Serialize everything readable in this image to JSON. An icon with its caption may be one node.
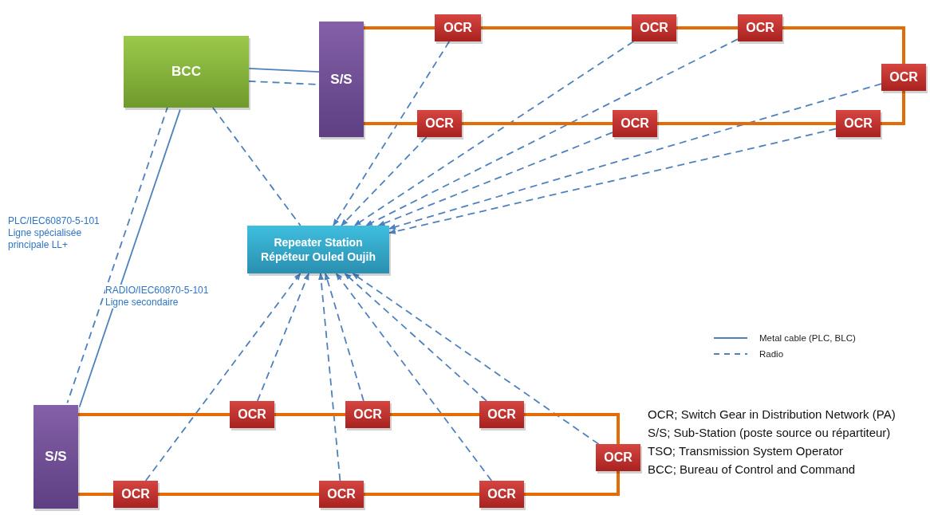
{
  "diagram": {
    "nodes": [
      {
        "text": [
          "BCC"
        ]
      },
      {
        "text": [
          "S/S"
        ]
      },
      {
        "text": [
          "Repeater Station Répéteur Ouled Oujih"
        ]
      },
      {
        "text": [
          "S/S"
        ]
      },
      {
        "text": [
          "OCR"
        ]
      },
      {
        "text": [
          "OCR"
        ]
      },
      {
        "text": [
          "OCR"
        ]
      },
      {
        "text": [
          "OCR"
        ]
      },
      {
        "text": [
          "OCR"
        ]
      },
      {
        "text": [
          "OCR"
        ]
      },
      {
        "text": [
          "OCR"
        ]
      },
      {
        "text": [
          "OCR"
        ]
      },
      {
        "text": [
          "OCR"
        ]
      },
      {
        "text": [
          "OCR"
        ]
      },
      {
        "text": [
          "OCR"
        ]
      },
      {
        "text": [
          "OCR"
        ]
      },
      {
        "text": [
          "OCR"
        ]
      },
      {
        "text": [
          "OCR"
        ]
      }
    ],
    "edges": [
      {
        "from": 0,
        "to": 1,
        "arrow": "none"
      },
      {
        "from": 0,
        "to": 1,
        "arrow": "none",
        "style": "dashed"
      },
      {
        "from": 0,
        "to": 3,
        "arrow": "none",
        "label": "PLC/IEC60870-5-101 Ligne spécialisée principale LL+"
      },
      {
        "from": 0,
        "to": 3,
        "arrow": "none",
        "style": "dashed",
        "label": "RADIO/IEC60870-5-101 Ligne secondaire"
      },
      {
        "from": 0,
        "to": 2,
        "arrow": "none",
        "style": "dashed"
      },
      {
        "from": 4,
        "to": 2,
        "arrow": "to",
        "style": "dashed"
      },
      {
        "from": 5,
        "to": 2,
        "arrow": "to",
        "style": "dashed"
      },
      {
        "from": 6,
        "to": 2,
        "arrow": "to",
        "style": "dashed"
      },
      {
        "from": 7,
        "to": 2,
        "arrow": "to",
        "style": "dashed"
      },
      {
        "from": 8,
        "to": 2,
        "arrow": "to",
        "style": "dashed"
      },
      {
        "from": 9,
        "to": 2,
        "arrow": "to",
        "style": "dashed"
      },
      {
        "from": 10,
        "to": 2,
        "arrow": "to",
        "style": "dashed"
      },
      {
        "from": 11,
        "to": 2,
        "arrow": "to",
        "style": "dashed"
      },
      {
        "from": 12,
        "to": 2,
        "arrow": "to",
        "style": "dashed"
      },
      {
        "from": 13,
        "to": 2,
        "arrow": "to",
        "style": "dashed"
      },
      {
        "from": 14,
        "to": 2,
        "arrow": "to",
        "style": "dashed"
      },
      {
        "from": 15,
        "to": 2,
        "arrow": "to",
        "style": "dashed"
      },
      {
        "from": 16,
        "to": 2,
        "arrow": "to",
        "style": "dashed"
      },
      {
        "from": 17,
        "to": 2,
        "arrow": "to",
        "style": "dashed"
      },
      {
        "from": 1,
        "to": 4,
        "arrow": "none",
        "style": "thick",
        "color": "#e36c09"
      },
      {
        "from": 4,
        "to": 5,
        "arrow": "none",
        "style": "thick",
        "color": "#e36c09"
      },
      {
        "from": 5,
        "to": 6,
        "arrow": "none",
        "style": "thick",
        "color": "#e36c09"
      },
      {
        "from": 6,
        "to": 7,
        "arrow": "none",
        "style": "thick",
        "color": "#e36c09"
      },
      {
        "from": 7,
        "to": 10,
        "arrow": "none",
        "style": "thick",
        "color": "#e36c09"
      },
      {
        "from": 10,
        "to": 9,
        "arrow": "none",
        "style": "thick",
        "color": "#e36c09"
      },
      {
        "from": 9,
        "to": 8,
        "arrow": "none",
        "style": "thick",
        "color": "#e36c09"
      },
      {
        "from": 8,
        "to": 1,
        "arrow": "none",
        "style": "thick",
        "color": "#e36c09"
      },
      {
        "from": 3,
        "to": 11,
        "arrow": "none",
        "style": "thick",
        "color": "#e36c09"
      },
      {
        "from": 11,
        "to": 12,
        "arrow": "none",
        "style": "thick",
        "color": "#e36c09"
      },
      {
        "from": 12,
        "to": 13,
        "arrow": "none",
        "style": "thick",
        "color": "#e36c09"
      },
      {
        "from": 13,
        "to": 14,
        "arrow": "none",
        "style": "thick",
        "color": "#e36c09"
      },
      {
        "from": 14,
        "to": 17,
        "arrow": "none",
        "style": "thick",
        "color": "#e36c09"
      },
      {
        "from": 17,
        "to": 16,
        "arrow": "none",
        "style": "thick",
        "color": "#e36c09"
      },
      {
        "from": 16,
        "to": 15,
        "arrow": "none",
        "style": "thick",
        "color": "#e36c09"
      },
      {
        "from": 15,
        "to": 3,
        "arrow": "none",
        "style": "thick",
        "color": "#e36c09"
      }
    ],
    "labels": [
      "OCR; Switch Gear in Distribution Network  (PA)",
      "S/S; Sub-Station (poste source ou répartiteur)",
      "TSO; Transmission System Operator",
      "BCC; Bureau of Control and Command"
    ],
    "legend": [
      {
        "text": "Metal cable (PLC, BLC)"
      },
      {
        "text": "Radio"
      }
    ]
  }
}
